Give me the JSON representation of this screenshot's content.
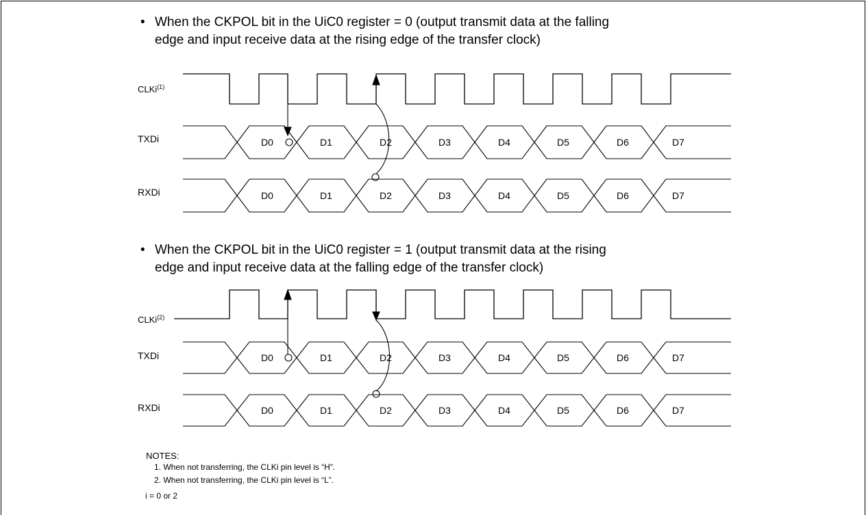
{
  "section1": {
    "bullet": "•",
    "line1": "When the CKPOL bit in the UiC0 register = 0 (output transmit data at the falling",
    "line2": "edge and input receive data at the rising edge of the transfer clock)",
    "clk_label": "CLKi",
    "clk_sup": "(1)",
    "txd_label": "TXDi",
    "rxd_label": "RXDi"
  },
  "section2": {
    "bullet": "•",
    "line1": "When the CKPOL bit in the UiC0 register = 1 (output transmit data at the rising",
    "line2": "edge and input receive data at the falling edge of the transfer clock)",
    "clk_label": "CLKi",
    "clk_sup": "(2)",
    "txd_label": "TXDi",
    "rxd_label": "RXDi"
  },
  "data_bits": [
    "D0",
    "D1",
    "D2",
    "D3",
    "D4",
    "D5",
    "D6",
    "D7"
  ],
  "notes": {
    "title": "NOTES:",
    "items": [
      "1. When not transferring, the CLKi pin level is “H”.",
      "2. When not transferring, the CLKi pin level is “L”."
    ],
    "index_note": "i = 0 or 2"
  }
}
